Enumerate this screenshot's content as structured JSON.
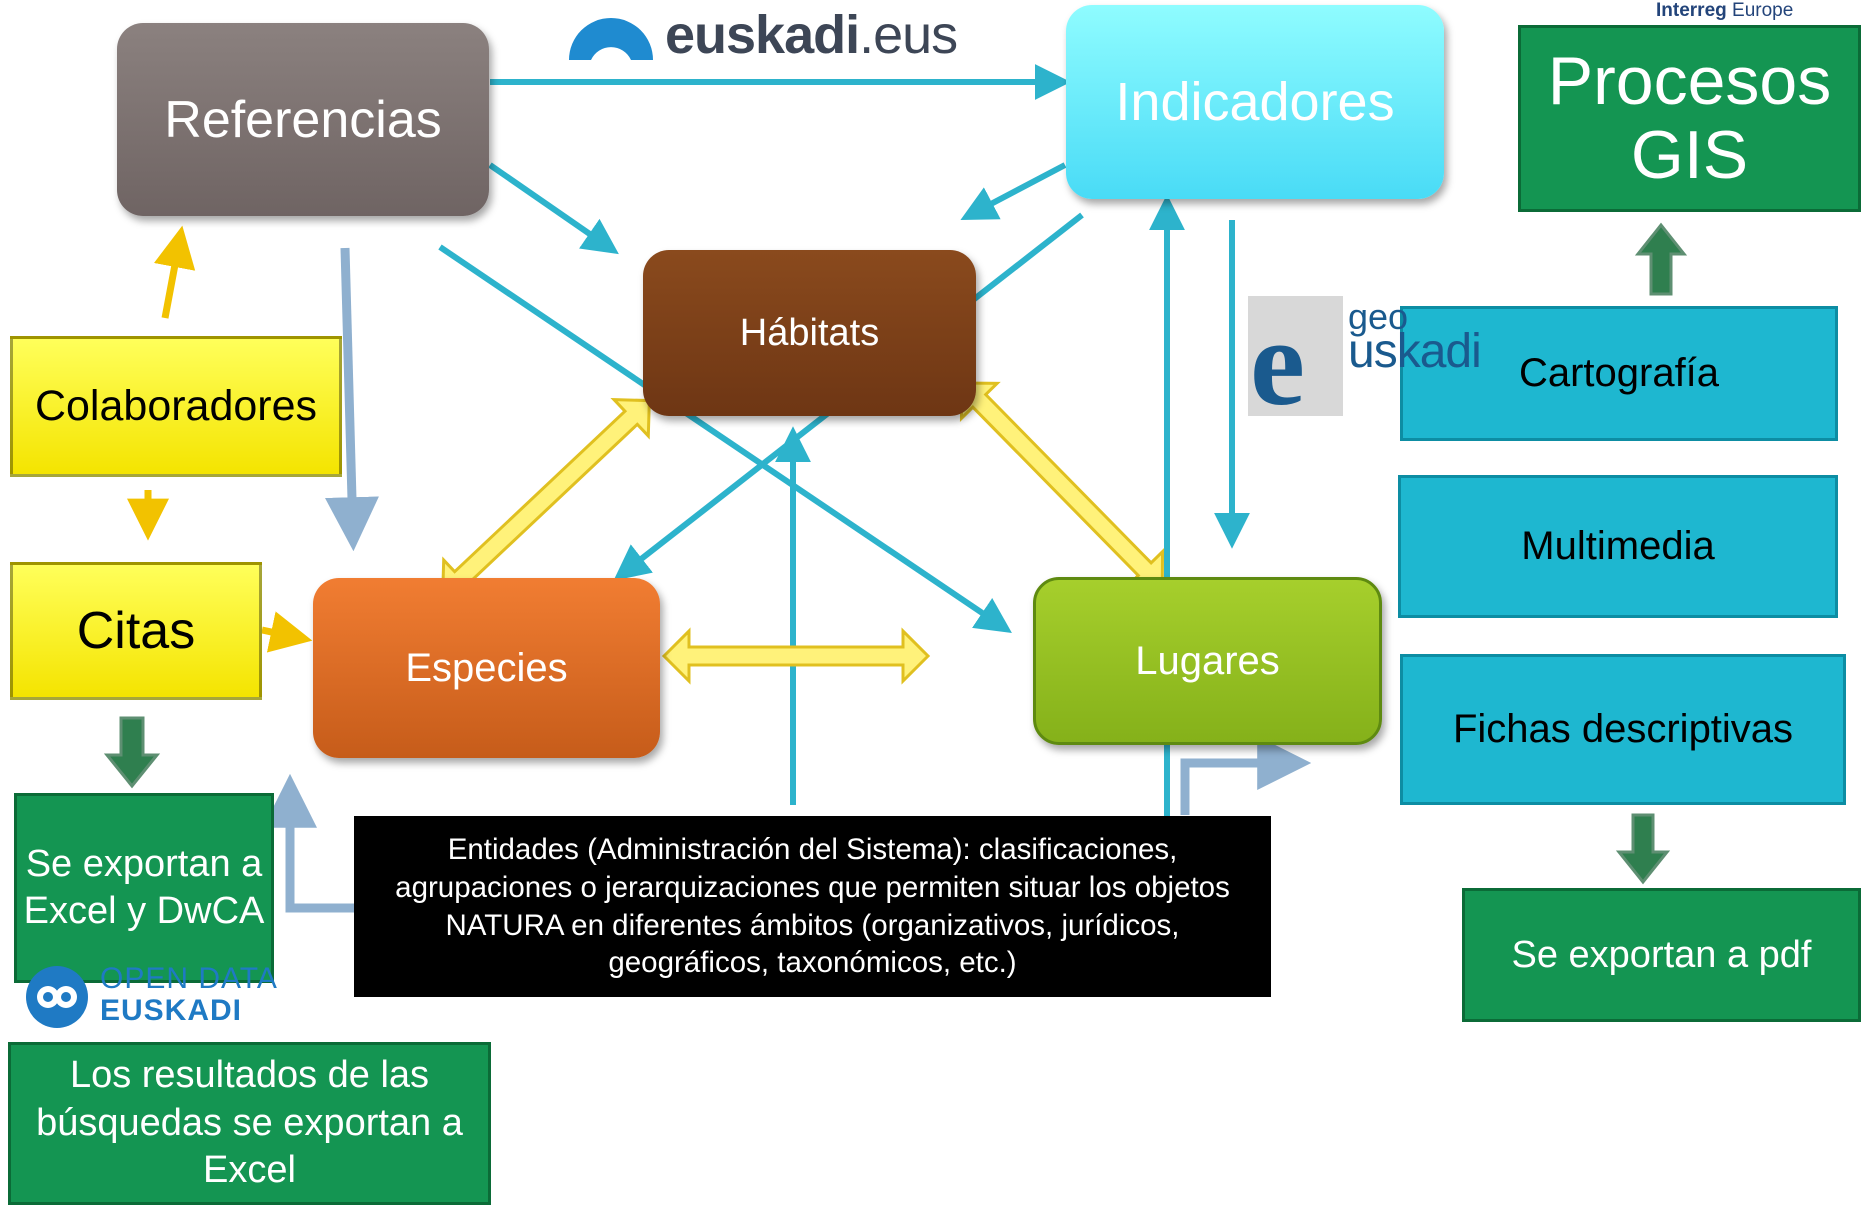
{
  "logos": {
    "euskadi_eus": {
      "name": "euskadi",
      "suffix": ".eus"
    },
    "geo_euskadi": {
      "initial": "e",
      "top": "geo",
      "name": "uskadi"
    },
    "interreg": {
      "brand": "Interreg",
      "rest": " Europe"
    },
    "open_data": {
      "line1": "OPEN DATA",
      "line2": "EUSKADI"
    }
  },
  "nodes": {
    "referencias": "Referencias",
    "indicadores": "Indicadores",
    "habitats": "Hábitats",
    "especies": "Especies",
    "lugares": "Lugares",
    "colaboradores": "Colaboradores",
    "citas": "Citas",
    "se_exportan_excel_dwca": "Se exportan a Excel y DwCA",
    "resultados_busquedas": "Los resultados de las búsquedas se exportan a Excel",
    "procesos_gis": "Procesos GIS",
    "cartografia": "Cartografía",
    "multimedia": "Multimedia",
    "fichas_descriptivas": "Fichas descriptivas",
    "se_exportan_pdf": "Se exportan a pdf",
    "entidades": "Entidades (Administración del Sistema): clasificaciones, agrupaciones o jerarquizaciones que permiten situar los objetos NATURA en diferentes ámbitos (organizativos, jurídicos, geográficos, taxonómicos, etc.)"
  },
  "colors": {
    "connector_teal": "#2db3cc",
    "connector_steel": "#8fb0cf",
    "connector_yellow": "#f2c200",
    "double_arrow_yellow": "#fff27a",
    "export_green": "#149552",
    "panel_cyan": "#1eb7d0"
  }
}
